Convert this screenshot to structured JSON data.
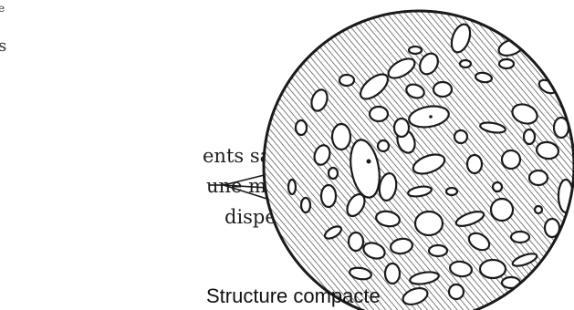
{
  "fragments": {
    "top": "e",
    "side": "s"
  },
  "label": {
    "line1": "ents sableux noyés",
    "line2": "une masse d’argile",
    "line3": "dispersée"
  },
  "title": "Structure compacte",
  "colors": {
    "ink": "#1a1a1a",
    "hatch": "#3a3a3a",
    "background": "#ffffff"
  }
}
